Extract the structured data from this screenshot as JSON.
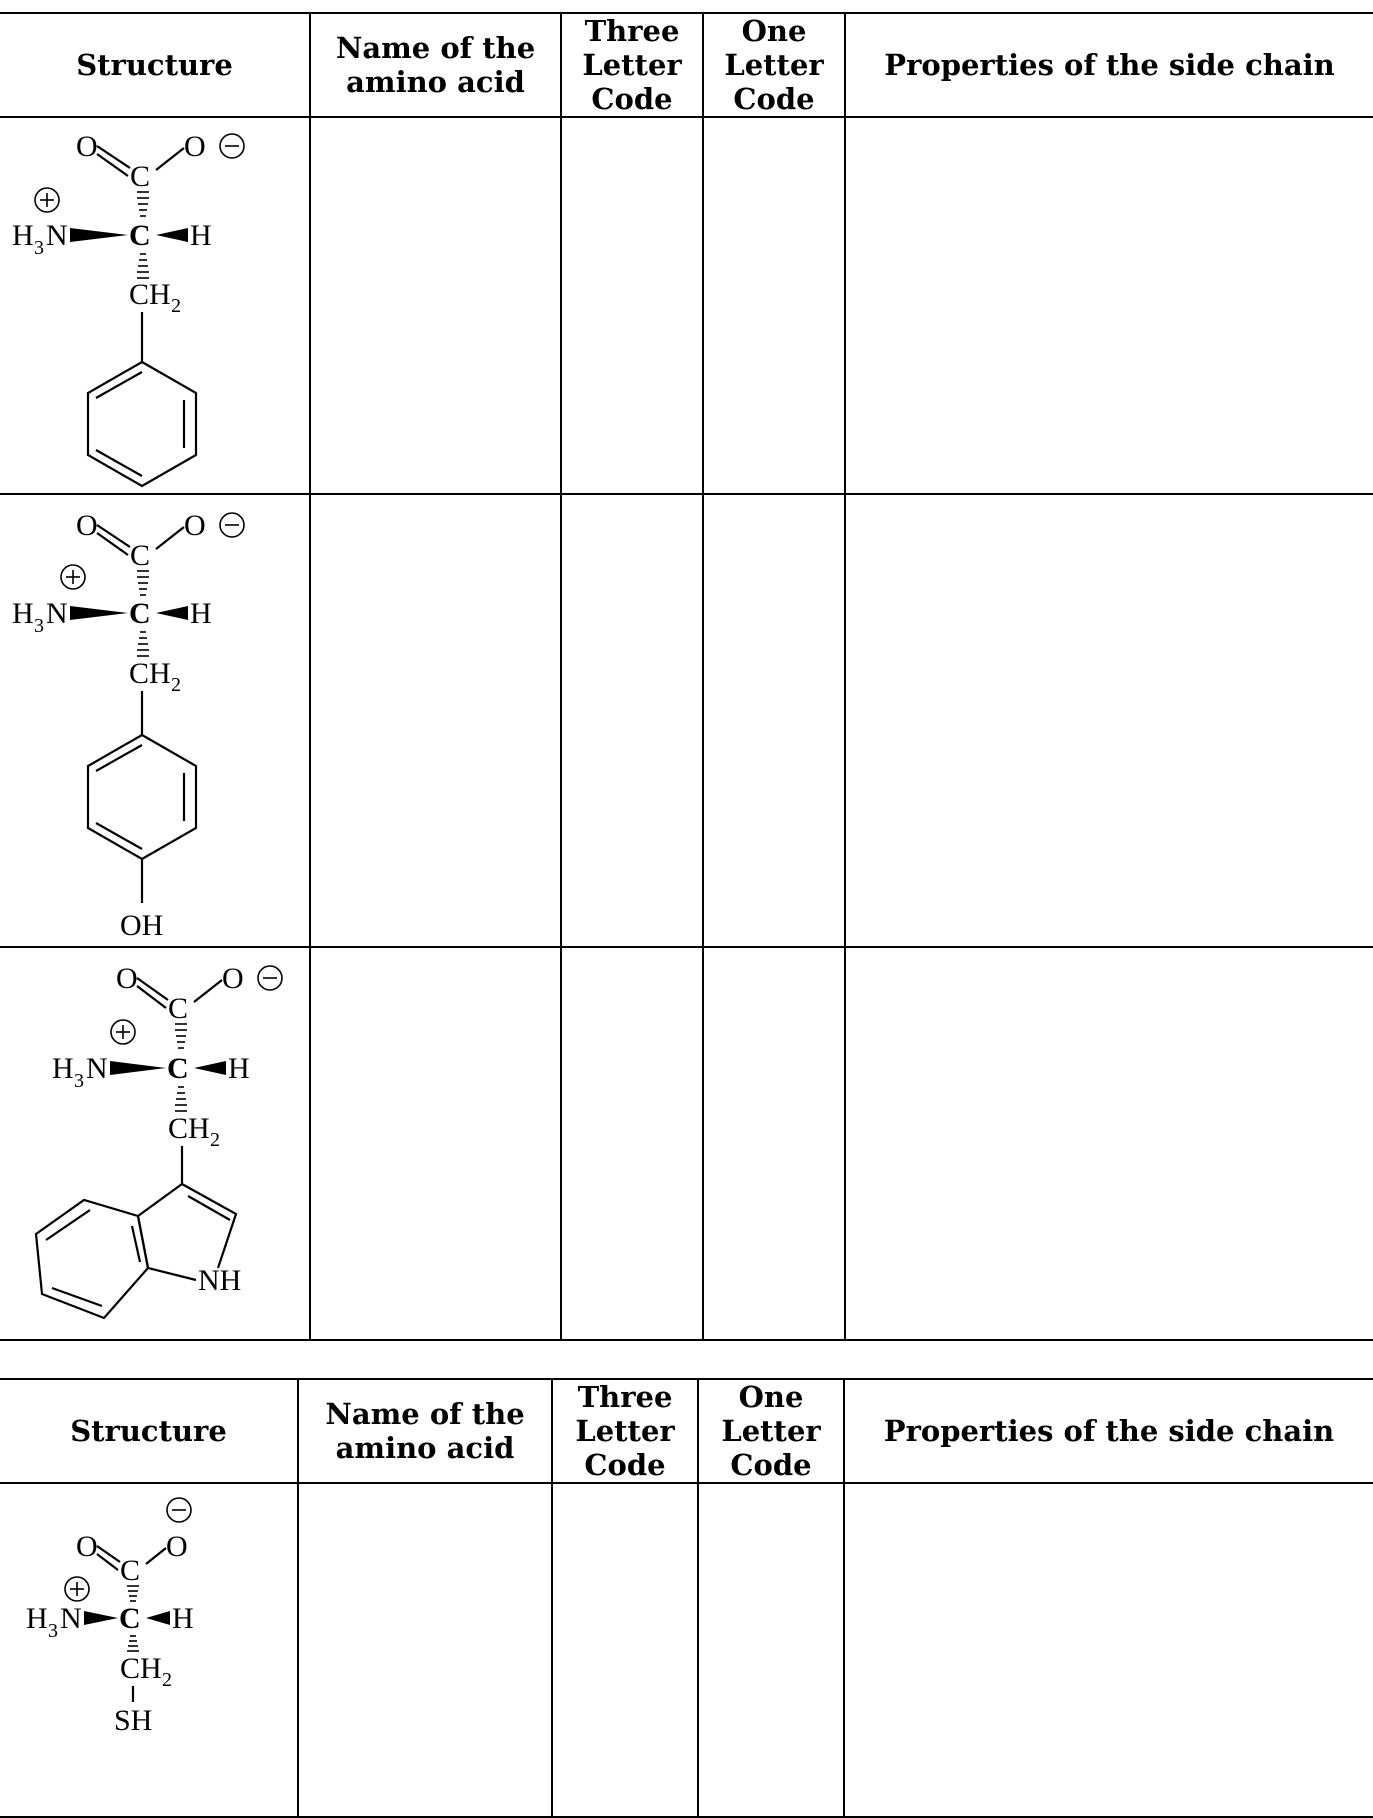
{
  "tables": [
    {
      "headers": [
        "Structure",
        "Name of the\namino acid",
        "Three\nLetter\nCode",
        "One\nLetter\nCode",
        "Properties of the side chain"
      ],
      "rows": [
        {
          "structure_labels": {
            "o_left": "O",
            "o_right": "O",
            "c_carbonyl": "C",
            "h3n": "H",
            "h3n_sub": "3",
            "n": "N",
            "c_alpha": "C",
            "h": "H",
            "ch2": "CH",
            "ch2_sub": "2"
          }
        },
        {
          "structure_labels": {
            "o_left": "O",
            "o_right": "O",
            "c_carbonyl": "C",
            "h3n": "H",
            "h3n_sub": "3",
            "n": "N",
            "c_alpha": "C",
            "h": "H",
            "ch2": "CH",
            "ch2_sub": "2",
            "oh": "OH"
          }
        },
        {
          "structure_labels": {
            "o_left": "O",
            "o_right": "O",
            "c_carbonyl": "C",
            "h3n": "H",
            "h3n_sub": "3",
            "n": "N",
            "c_alpha": "C",
            "h": "H",
            "ch2": "CH",
            "ch2_sub": "2",
            "nh": "NH"
          }
        }
      ]
    },
    {
      "headers": [
        "Structure",
        "Name of the\namino acid",
        "Three\nLetter\nCode",
        "One\nLetter\nCode",
        "Properties of the side chain"
      ],
      "rows": [
        {
          "structure_labels": {
            "o_left": "O",
            "o_right": "O",
            "c_carbonyl": "C",
            "h3n": "H",
            "h3n_sub": "3",
            "n": "N",
            "c_alpha": "C",
            "h": "H",
            "ch2": "CH",
            "ch2_sub": "2",
            "sh": "SH"
          }
        }
      ]
    }
  ]
}
